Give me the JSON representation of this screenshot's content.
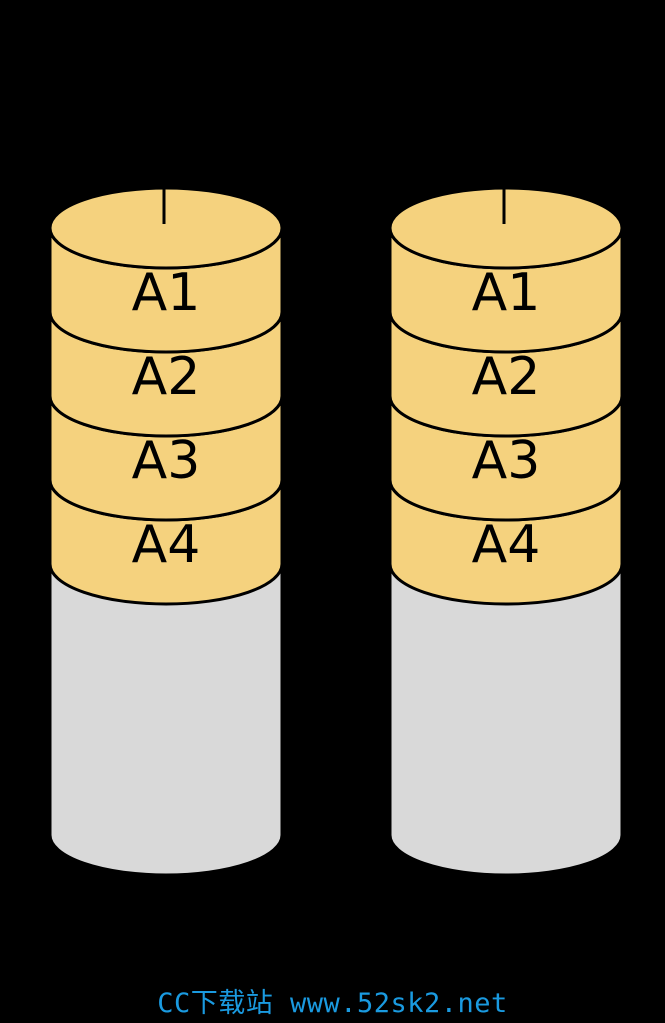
{
  "disks": [
    {
      "blocks": [
        {
          "label": "A1"
        },
        {
          "label": "A2"
        },
        {
          "label": "A3"
        },
        {
          "label": "A4"
        }
      ]
    },
    {
      "blocks": [
        {
          "label": "A1"
        },
        {
          "label": "A2"
        },
        {
          "label": "A3"
        },
        {
          "label": "A4"
        }
      ]
    }
  ],
  "colors": {
    "background": "#000000",
    "block_fill": "#f5d27e",
    "empty_fill": "#d9d9d9",
    "outline": "#000000",
    "watermark": "#1a9ae0"
  },
  "watermark": {
    "text": "CC下载站 www.52sk2.net"
  }
}
